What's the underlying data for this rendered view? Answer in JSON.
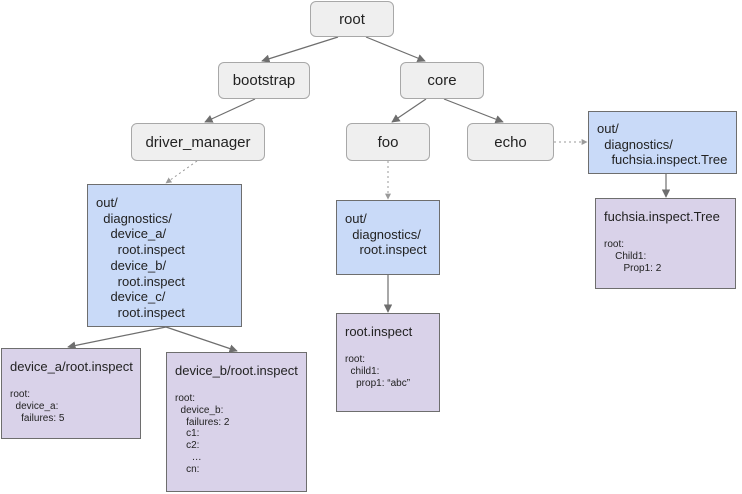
{
  "nodes": {
    "root": "root",
    "bootstrap": "bootstrap",
    "core": "core",
    "driver_manager": "driver_manager",
    "foo": "foo",
    "echo": "echo"
  },
  "driver_manager_out": {
    "lines": [
      "out/",
      "  diagnostics/",
      "    device_a/",
      "      root.inspect",
      "    device_b/",
      "      root.inspect",
      "    device_c/",
      "      root.inspect"
    ]
  },
  "foo_out": {
    "lines": [
      "out/",
      "  diagnostics/",
      "    root.inspect"
    ]
  },
  "echo_out": {
    "lines": [
      "out/",
      "  diagnostics/",
      "    fuchsia.inspect.Tree"
    ]
  },
  "device_a_inspect": {
    "title": "device_a/root.inspect",
    "lines": [
      "root:",
      "  device_a:",
      "    failures: 5"
    ]
  },
  "device_b_inspect": {
    "title": "device_b/root.inspect",
    "lines": [
      "root:",
      "  device_b:",
      "    failures: 2",
      "    c1:",
      "    c2:",
      "      …",
      "    cn:"
    ]
  },
  "foo_inspect": {
    "title": "root.inspect",
    "lines": [
      "root:",
      "  child1:",
      "    prop1: “abc”"
    ]
  },
  "echo_inspect": {
    "title": "fuchsia.inspect.Tree",
    "lines": [
      "root:",
      "    Child1:",
      "       Prop1: 2"
    ]
  },
  "colors": {
    "node_fill": "#efefef",
    "out_fill": "#c9daf8",
    "inspect_fill": "#d9d2e9",
    "edge": "#6e6e6e"
  }
}
